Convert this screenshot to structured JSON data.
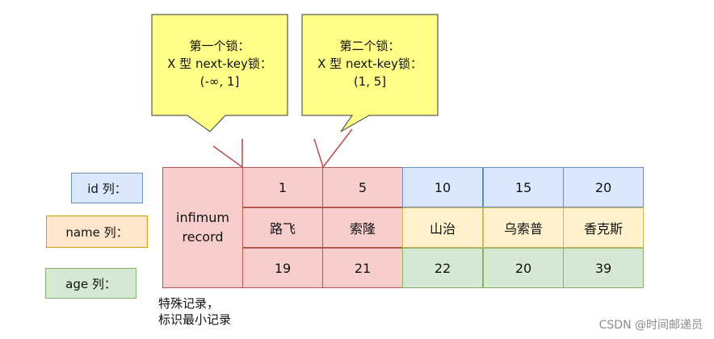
{
  "callouts": [
    {
      "lines": [
        "第一个锁：",
        "X 型 next-key锁：",
        "(-∞, 1]"
      ]
    },
    {
      "lines": [
        "第二个锁：",
        "X 型 next-key锁：",
        "(1, 5]"
      ]
    }
  ],
  "row_labels": {
    "id": "id 列：",
    "name": "name 列：",
    "age": "age 列："
  },
  "infimum": {
    "line1": "infimum",
    "line2": "record"
  },
  "records": [
    {
      "id": "1",
      "name": "路飞",
      "age": "19"
    },
    {
      "id": "5",
      "name": "索隆",
      "age": "21"
    },
    {
      "id": "10",
      "name": "山治",
      "age": "22"
    },
    {
      "id": "15",
      "name": "乌索普",
      "age": "20"
    },
    {
      "id": "20",
      "name": "香克斯",
      "age": "39"
    }
  ],
  "note": {
    "line1": "特殊记录，",
    "line2": "标识最小记录"
  },
  "watermark": "CSDN @时间邮递员",
  "colors": {
    "callout_fill": "#ffff88",
    "callout_stroke": "#36393d",
    "locked_fill": "#f8cecc",
    "locked_stroke": "#b85450",
    "id_fill": "#dae8fc",
    "name_fill": "#fff2cc",
    "age_fill": "#d5e8d4"
  }
}
